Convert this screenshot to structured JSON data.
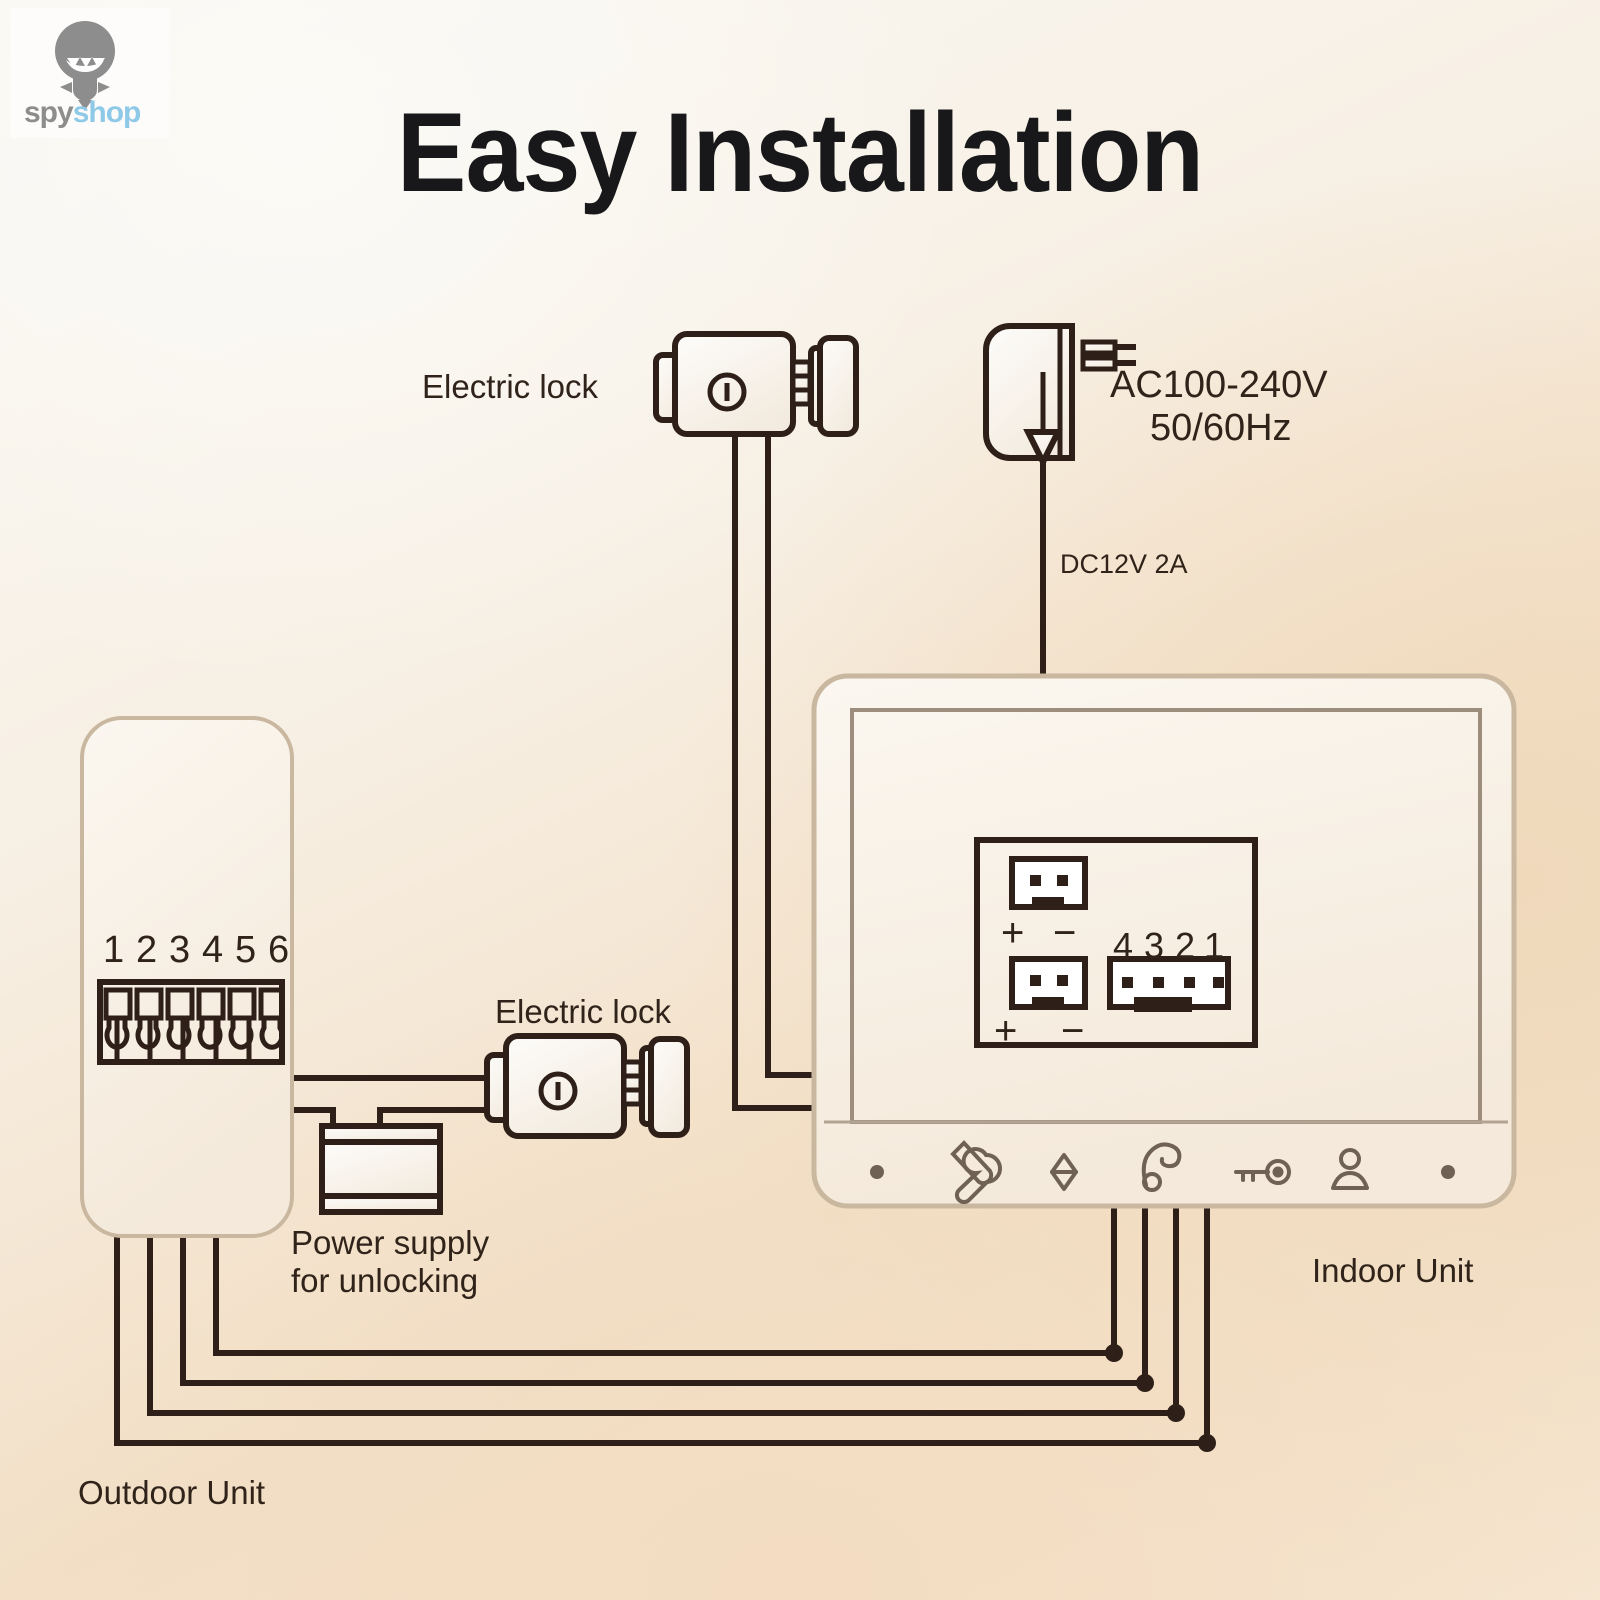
{
  "title": "Easy Installation",
  "watermark": {
    "brand_left": "spy",
    "brand_right": "shop",
    "icon": "ninja-head-logo-icon"
  },
  "labels": {
    "electric_lock_top": "Electric lock",
    "electric_lock_mid": "Electric lock",
    "power_adapter_line1": "AC100-240V",
    "power_adapter_line2": "50/60Hz",
    "dc_output": "DC12V 2A",
    "power_supply_line1": "Power supply",
    "power_supply_line2": "for unlocking",
    "outdoor_unit": "Outdoor Unit",
    "indoor_unit": "Indoor Unit"
  },
  "outdoor_unit": {
    "terminal_count": 6,
    "terminal_numbers": [
      "1",
      "2",
      "3",
      "4",
      "5",
      "6"
    ]
  },
  "indoor_unit": {
    "power_connector": {
      "plus": "+",
      "minus": "−",
      "pins": 2
    },
    "lock_connector": {
      "plus": "+",
      "minus": "−",
      "pins": 2
    },
    "bus_connector": {
      "pins": 4,
      "numbers": [
        "4",
        "3",
        "2",
        "1"
      ]
    },
    "buttons": [
      {
        "name": "indicator-dot-left",
        "icon": "dot-icon"
      },
      {
        "name": "settings-button",
        "icon": "wrench-screwdriver-icon"
      },
      {
        "name": "volume-updown-button",
        "icon": "up-down-triangles-icon"
      },
      {
        "name": "talk-button",
        "icon": "phone-handset-icon"
      },
      {
        "name": "unlock-button",
        "icon": "key-icon"
      },
      {
        "name": "monitor-button",
        "icon": "person-icon"
      },
      {
        "name": "indicator-dot-right",
        "icon": "dot-icon"
      }
    ]
  },
  "colors": {
    "ink": "#2b1d14",
    "line": "#2e2018",
    "title": "#18181a",
    "bg_light": "#faf8f3",
    "bg_warm": "#f2dfc6",
    "device_fill": "#f7f3ec",
    "brand_blue": "#8fc9e8",
    "brand_grey": "#8d8d8d"
  }
}
